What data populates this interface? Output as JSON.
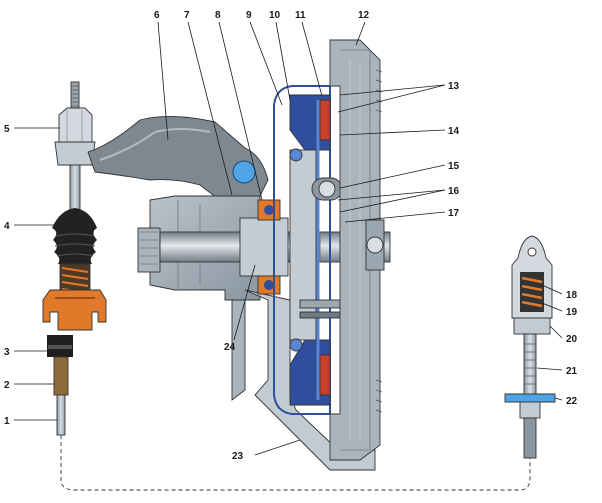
{
  "diagram": {
    "callouts": [
      "1",
      "2",
      "3",
      "4",
      "5",
      "6",
      "7",
      "8",
      "9",
      "10",
      "11",
      "12",
      "13",
      "14",
      "15",
      "16",
      "17",
      "18",
      "19",
      "20",
      "21",
      "22",
      "23",
      "24"
    ]
  },
  "colors": {
    "metal_light": "#c9d1d8",
    "metal_mid": "#9aa6b0",
    "metal_dark": "#6e7a84",
    "blue_part": "#2f4f9e",
    "blue_light": "#5b86d6",
    "orange_part": "#e07a2a",
    "red_part": "#c8402a",
    "accent_blue": "#4fa4e6"
  }
}
